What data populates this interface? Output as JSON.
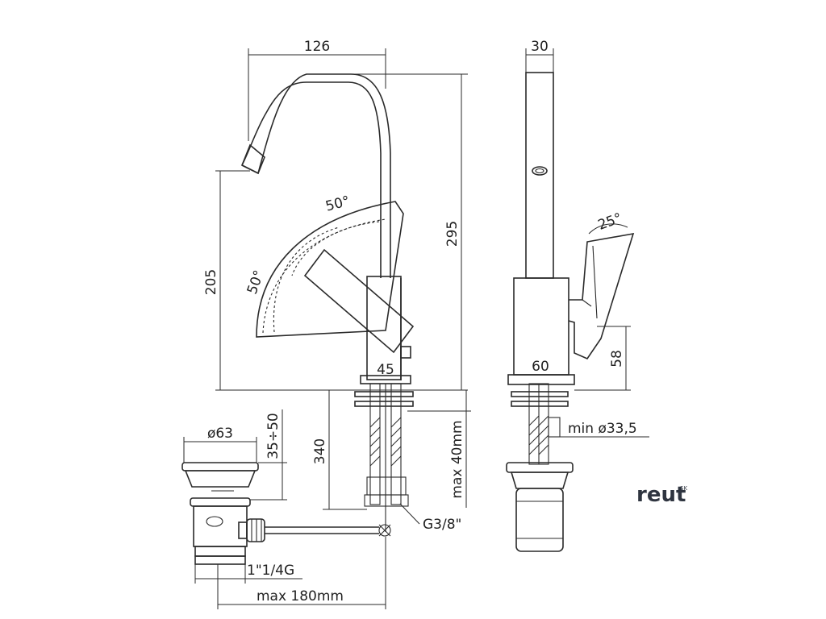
{
  "dimensions": {
    "spout_reach": "126",
    "side_width": "30",
    "total_height": "295",
    "spout_height": "205",
    "lever_angle_front": "50°",
    "lever_angle_rotation": "50°",
    "lever_angle_side": "25°",
    "body_width": "45",
    "body_depth": "60",
    "lever_height": "58",
    "min_hole": "min ø33,5",
    "shank_length": "340",
    "max_deck": "max 40mm",
    "connection": "G3/8\"",
    "waste_diameter": "ø63",
    "waste_range": "35÷50",
    "waste_thread": "1\"1/4G",
    "rod_length": "max 180mm"
  },
  "brand": {
    "name": "reut",
    "suffix": "SK"
  }
}
